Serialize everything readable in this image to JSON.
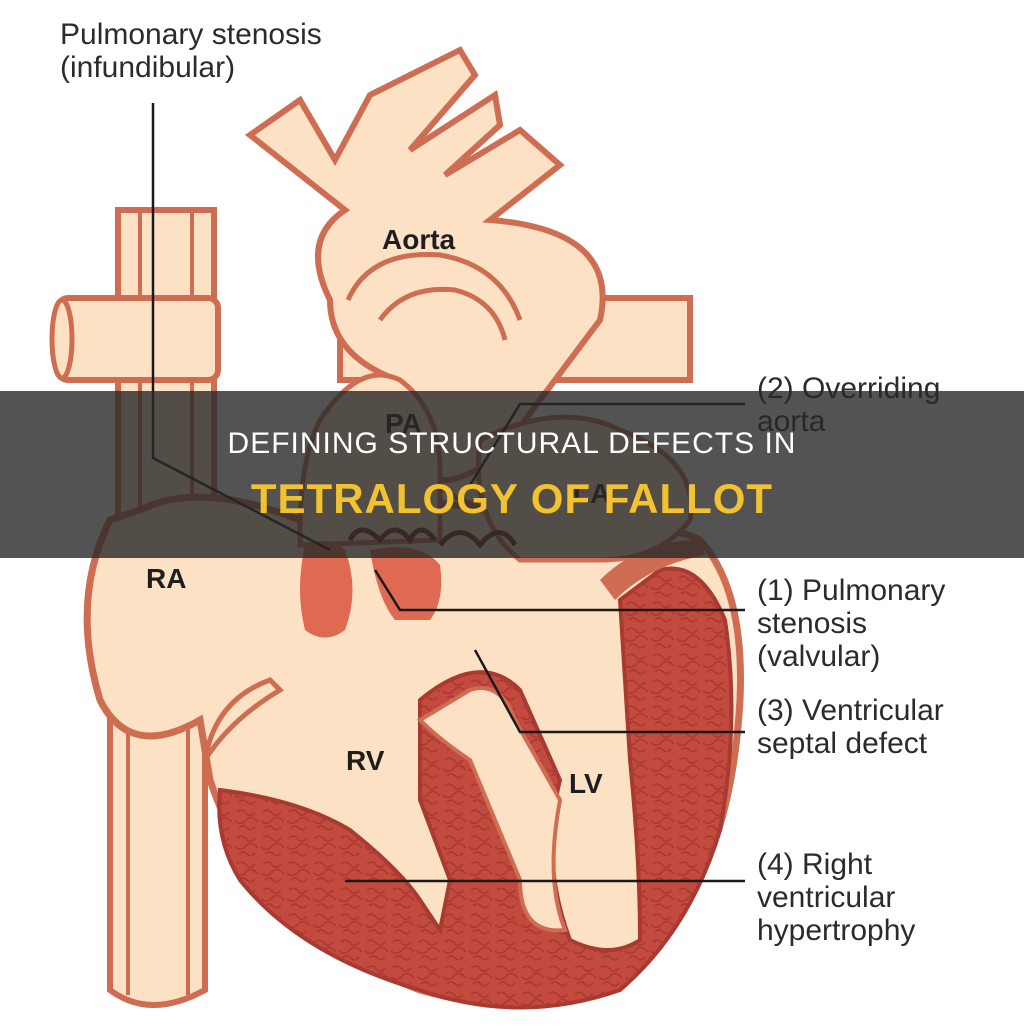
{
  "labels": {
    "infundibular": "Pulmonary stenosis\n(infundibular)",
    "aorta": "Aorta",
    "pa": "PA",
    "la": "LA",
    "ra": "RA",
    "rv": "RV",
    "lv": "LV",
    "overriding": "(2) Overriding\naorta",
    "valvular": "(1) Pulmonary\nstenosis\n(valvular)",
    "vsd": "(3) Ventricular\nseptal defect",
    "rvh": "(4) Right\nventricular\nhypertrophy"
  },
  "banner": {
    "line1": "DEFINING STRUCTURAL DEFECTS IN",
    "line2": "TETRALOGY OF FALLOT"
  },
  "colors": {
    "flesh": "#fce1c4",
    "outline": "#cf6d53",
    "muscle": "#c24a3e",
    "stenosis": "#df6a51",
    "leader": "#1a1a1a",
    "banner_title": "#f2c230"
  }
}
